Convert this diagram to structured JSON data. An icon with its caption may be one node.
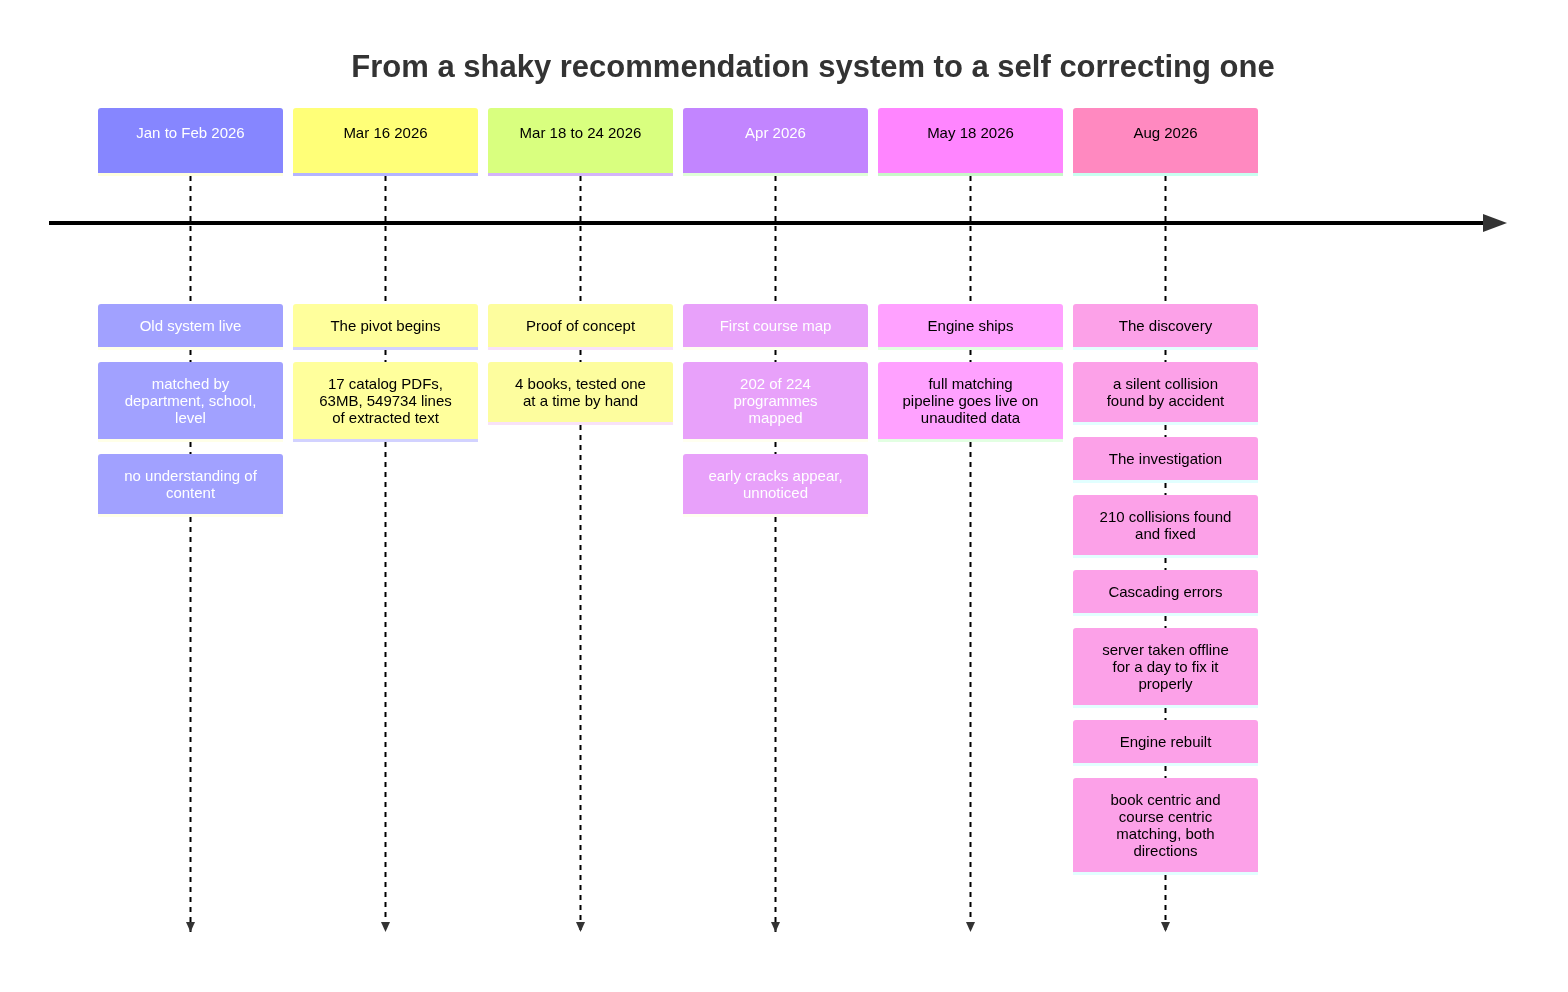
{
  "diagram": {
    "title": "From a shaky recommendation system to a self correcting one",
    "nodes": [
      {
        "text": [
          "Jan to Feb 2026"
        ]
      },
      {
        "text": [
          "Old system live"
        ]
      },
      {
        "text": [
          "matched by department, school, level"
        ]
      },
      {
        "text": [
          "no understanding of content"
        ]
      },
      {
        "text": [
          "Mar 16 2026"
        ]
      },
      {
        "text": [
          "The pivot begins"
        ]
      },
      {
        "text": [
          "17 catalog PDFs, 63MB, 549734 lines of extracted text"
        ]
      },
      {
        "text": [
          "Mar 18 to 24 2026"
        ]
      },
      {
        "text": [
          "Proof of concept"
        ]
      },
      {
        "text": [
          "4 books, tested one at a time by hand"
        ]
      },
      {
        "text": [
          "Apr 2026"
        ]
      },
      {
        "text": [
          "First course map"
        ]
      },
      {
        "text": [
          "202 of 224 programmes mapped"
        ]
      },
      {
        "text": [
          "early cracks appear, unnoticed"
        ]
      },
      {
        "text": [
          "May 18 2026"
        ]
      },
      {
        "text": [
          "Engine ships"
        ]
      },
      {
        "text": [
          "full matching pipeline goes live on unaudited data"
        ]
      },
      {
        "text": [
          "Aug 2026"
        ]
      },
      {
        "text": [
          "The discovery"
        ]
      },
      {
        "text": [
          "a silent collision found by accident"
        ]
      },
      {
        "text": [
          "The investigation"
        ]
      },
      {
        "text": [
          "210 collisions found and fixed"
        ]
      },
      {
        "text": [
          "Cascading errors"
        ]
      },
      {
        "text": [
          "server taken offline for a day to fix it properly"
        ]
      },
      {
        "text": [
          "Engine rebuilt"
        ]
      },
      {
        "text": [
          "book centric and course centric matching, both directions"
        ]
      }
    ],
    "edges": [
      {
        "from": 0,
        "to": 1,
        "arrow": "none",
        "style": "dashed"
      },
      {
        "from": 1,
        "to": 2,
        "arrow": "none",
        "style": "dashed"
      },
      {
        "from": 2,
        "to": 3,
        "arrow": "none",
        "style": "dashed"
      },
      {
        "from": 3,
        "to": null,
        "arrow": "to",
        "style": "dashed"
      },
      {
        "from": 4,
        "to": 5,
        "arrow": "none",
        "style": "dashed"
      },
      {
        "from": 5,
        "to": 6,
        "arrow": "none",
        "style": "dashed"
      },
      {
        "from": 6,
        "to": null,
        "arrow": "to",
        "style": "dashed"
      },
      {
        "from": 7,
        "to": 8,
        "arrow": "none",
        "style": "dashed"
      },
      {
        "from": 8,
        "to": 9,
        "arrow": "none",
        "style": "dashed"
      },
      {
        "from": 9,
        "to": null,
        "arrow": "to",
        "style": "dashed"
      },
      {
        "from": 10,
        "to": 11,
        "arrow": "none",
        "style": "dashed"
      },
      {
        "from": 11,
        "to": 12,
        "arrow": "none",
        "style": "dashed"
      },
      {
        "from": 12,
        "to": 13,
        "arrow": "none",
        "style": "dashed"
      },
      {
        "from": 13,
        "to": null,
        "arrow": "to",
        "style": "dashed"
      },
      {
        "from": 14,
        "to": 15,
        "arrow": "none",
        "style": "dashed"
      },
      {
        "from": 15,
        "to": 16,
        "arrow": "none",
        "style": "dashed"
      },
      {
        "from": 16,
        "to": null,
        "arrow": "to",
        "style": "dashed"
      },
      {
        "from": 17,
        "to": 18,
        "arrow": "none",
        "style": "dashed"
      },
      {
        "from": 18,
        "to": 19,
        "arrow": "none",
        "style": "dashed"
      },
      {
        "from": 19,
        "to": 20,
        "arrow": "none",
        "style": "dashed"
      },
      {
        "from": 20,
        "to": 21,
        "arrow": "none",
        "style": "dashed"
      },
      {
        "from": 21,
        "to": 22,
        "arrow": "none",
        "style": "dashed"
      },
      {
        "from": 22,
        "to": 23,
        "arrow": "none",
        "style": "dashed"
      },
      {
        "from": 23,
        "to": 24,
        "arrow": "none",
        "style": "dashed"
      },
      {
        "from": 24,
        "to": 25,
        "arrow": "none",
        "style": "dashed"
      },
      {
        "from": 25,
        "to": null,
        "arrow": "to",
        "style": "dashed"
      }
    ]
  }
}
